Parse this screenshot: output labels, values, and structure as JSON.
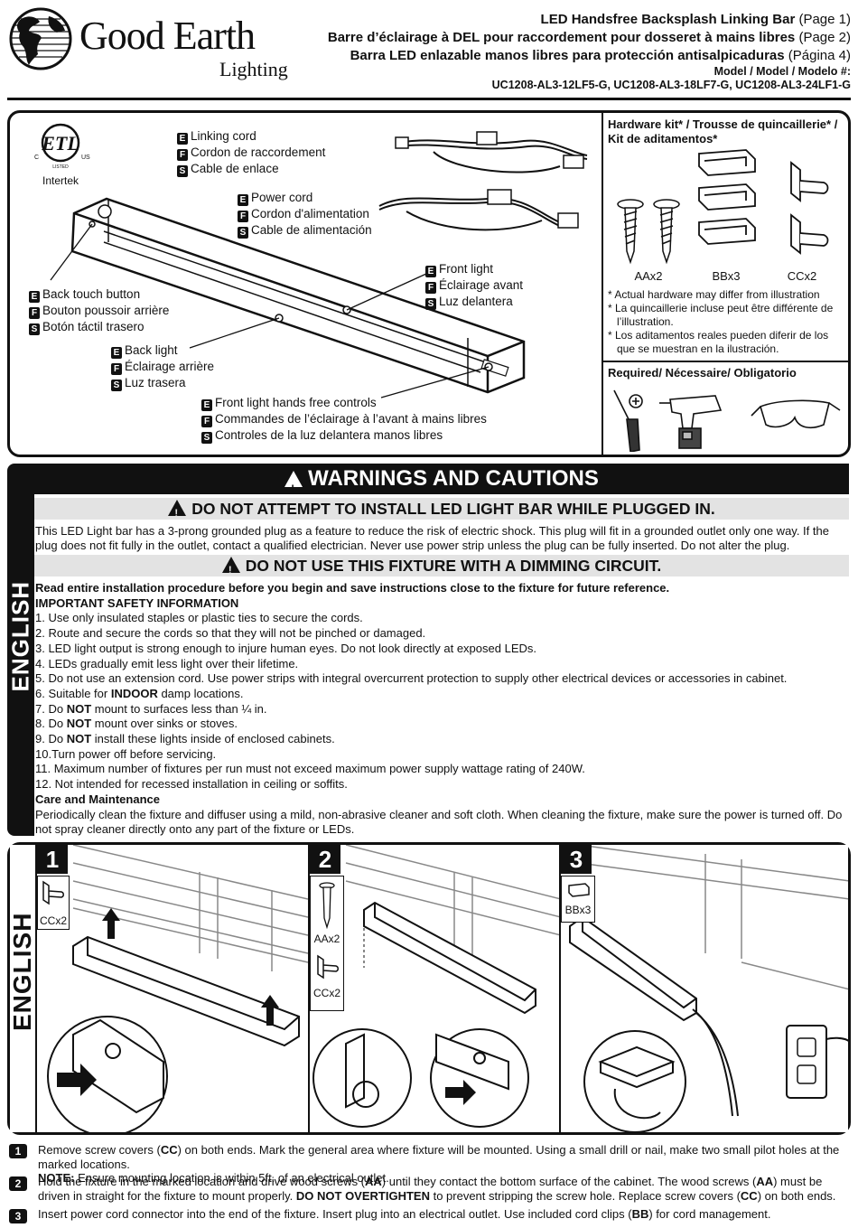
{
  "brand": {
    "name": "Good Earth",
    "sub": "Lighting"
  },
  "title": {
    "line1_main": "LED Handsfree Backsplash Linking Bar",
    "line1_page": "(Page 1)",
    "line2_main": "Barre d’éclairage à DEL pour raccordement pour dosseret à mains libres",
    "line2_page": "(Page 2)",
    "line3_main": "Barra LED enlazable manos libres para protección antisalpicaduras",
    "line3_page": "(Página 4)",
    "model_label": "Model / Model / Modelo #:",
    "model_numbers": "UC1208-AL3-12LF5-G, UC1208-AL3-18LF7-G, UC1208-AL3-24LF1-G"
  },
  "cert": {
    "mark": "ETL",
    "c": "C",
    "us": "US",
    "listed": "LISTED",
    "lab": "Intertek"
  },
  "lang_badges": {
    "e": "E",
    "f": "F",
    "s": "S"
  },
  "callouts": {
    "linking_cord": [
      "Linking cord",
      "Cordon de raccordement",
      "Cable de enlace"
    ],
    "power_cord": [
      "Power cord",
      "Cordon d'alimentation",
      "Cable de alimentación"
    ],
    "front_light": [
      "Front light",
      "Éclairage avant",
      "Luz delantera"
    ],
    "back_touch": [
      "Back touch button",
      "Bouton poussoir arrière",
      "Botón táctil trasero"
    ],
    "back_light": [
      "Back light",
      "Éclairage arrière",
      "Luz trasera"
    ],
    "handsfree": [
      "Front light hands free controls",
      "Commandes de l’éclairage à l’avant à mains libres",
      "Controles de la luz delantera manos libres"
    ]
  },
  "hardware": {
    "title": "Hardware kit* / Trousse de quincaillerie* / Kit de aditamentos*",
    "aa": "AAx2",
    "bb": "BBx3",
    "cc": "CCx2",
    "notes": [
      "* Actual hardware may differ from illustration",
      "* La quincaillerie incluse peut être différente de l’illustration.",
      "* Los aditamentos reales pueden diferir de los que se muestran en la ilustración."
    ],
    "required_title": "Required/ Nécessaire/ Obligatorio"
  },
  "side_tab": "ENGLISH",
  "warnings": {
    "banner": "WARNINGS AND CAUTIONS",
    "plugged": "DO NOT ATTEMPT TO INSTALL LED LIGHT BAR WHILE PLUGGED IN.",
    "plug_text": "This LED Light bar has a 3-prong grounded plug as a feature to reduce the risk of electric shock. This plug will fit in a grounded outlet only one way. If the plug does not fit fully in the outlet, contact a qualified electrician. Never use power strip unless the plug can be fully inserted. Do not alter the plug.",
    "dimming": "DO NOT USE THIS FIXTURE WITH A DIMMING CIRCUIT.",
    "read_entire": "Read entire installation procedure before you begin and save instructions close to the fixture for future reference.",
    "safety_title": "IMPORTANT SAFETY INFORMATION",
    "item1": "1.  Use only insulated staples or plastic ties to secure the cords.",
    "item2": "2.  Route and secure the cords so that they will not be pinched or damaged.",
    "item3": "3.  LED light output is strong enough to injure human eyes. Do not look directly at exposed LEDs.",
    "item4": "4.  LEDs gradually emit less light over their lifetime.",
    "item5": "5.  Do not use an extension cord. Use power strips with integral overcurrent protection to supply other electrical devices or accessories in cabinet.",
    "item6_pre": "6.  Suitable for ",
    "item6_bold": "INDOOR",
    "item6_post": " damp locations.",
    "item7_pre": "7.  Do ",
    "item7_bold": "NOT",
    "item7_post": " mount to surfaces less than ¼ in.",
    "item8_pre": "8.  Do ",
    "item8_bold": "NOT",
    "item8_post": " mount over sinks or stoves.",
    "item9_pre": "9.  Do ",
    "item9_bold": "NOT",
    "item9_post": " install these lights inside of enclosed cabinets.",
    "item10": "10.Turn power off before servicing.",
    "item11": "11. Maximum number of fixtures per run must not exceed maximum power supply wattage rating of 240W.",
    "item12": "12. Not intended for recessed installation in ceiling or soffits.",
    "care_title": "Care and Maintenance",
    "care_text": "Periodically clean the fixture and diffuser using a mild, non-abrasive cleaner and soft cloth. When cleaning the fixture, make sure the power is turned off. Do not spray cleaner directly onto any part of the fixture or LEDs."
  },
  "steps": {
    "n1": "1",
    "n2": "2",
    "n3": "3",
    "kit1": "CCx2",
    "kit2a": "AAx2",
    "kit2b": "CCx2",
    "kit3": "BBx3",
    "text1_a": "Remove screw covers (",
    "text1_b": "CC",
    "text1_c": ") on both ends. Mark the general area where fixture will be mounted. Using a small drill or nail, make two small pilot holes at the marked locations.",
    "text1_note_label": "NOTE:",
    "text1_note": " Ensure mounting location is within 5ft. of an electrical outlet.",
    "text2_a": "Hold the fixture in the marked location and drive wood screws (",
    "text2_b": "AA",
    "text2_c": ") until they contact the bottom surface of the cabinet. The wood screws (",
    "text2_d": "AA",
    "text2_e": ") must be driven in straight for the fixture to mount properly. ",
    "text2_f": "DO NOT OVERTIGHTEN",
    "text2_g": " to prevent stripping the screw hole. Replace screw covers (",
    "text2_h": "CC",
    "text2_i": ") on both ends.",
    "text3_a": "Insert power cord connector into the end of the fixture. Insert plug into an electrical outlet. Use included cord clips (",
    "text3_b": "BB",
    "text3_c": ") for cord management."
  }
}
